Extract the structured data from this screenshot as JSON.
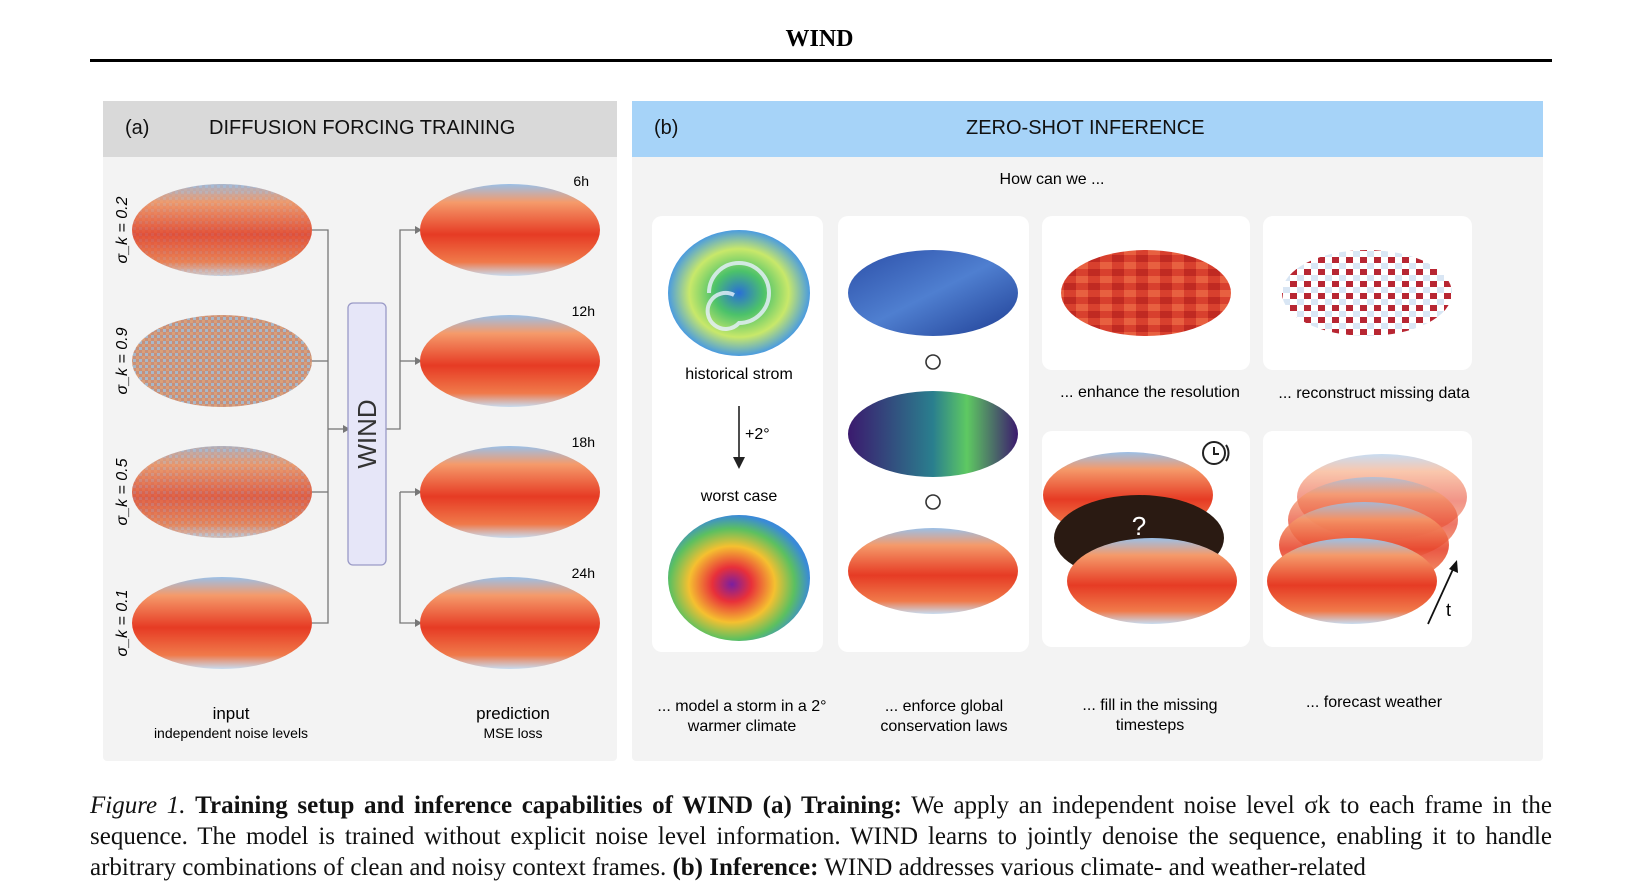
{
  "header": {
    "title": "WIND"
  },
  "panel_a": {
    "tag": "(a)",
    "title": "DIFFUSION FORCING TRAINING",
    "noise_labels": [
      "σ_k = 0.2",
      "σ_k = 0.9",
      "σ_k = 0.5",
      "σ_k = 0.1"
    ],
    "time_labels": [
      "6h",
      "12h",
      "18h",
      "24h"
    ],
    "model_label": "WIND",
    "input_label": "input",
    "input_sub": "independent noise levels",
    "pred_label": "prediction",
    "pred_sub": "MSE loss"
  },
  "panel_b": {
    "tag": "(b)",
    "title": "ZERO-SHOT INFERENCE",
    "question": "How can we ...",
    "hist_label": "historical strom",
    "delta_label": "+2°",
    "worst_label": "worst case",
    "q_mark": "?",
    "t_label": "t",
    "enh_label": "... enhance the resolution",
    "rec_label": "... reconstruct missing data",
    "cap1_l1": "... model a storm in a 2°",
    "cap1_l2": "warmer climate",
    "cap2_l1": "... enforce global",
    "cap2_l2": "conservation laws",
    "cap3_l1": "... fill in the missing",
    "cap3_l2": "timesteps",
    "cap4": "... forecast weather"
  },
  "caption": {
    "fig": "Figure 1.",
    "bold1": "Training setup and inference capabilities of WIND (a) Training:",
    "text1": "We apply an independent noise level σk to each frame in the sequence. The model is trained without explicit noise level information. WIND learns to jointly denoise the sequence, enabling it to",
    "text2": "handle arbitrary combinations of clean and noisy context frames.",
    "bold2": "(b) Inference:",
    "text3": "WIND addresses various climate- and weather-related"
  },
  "colors": {
    "warm": "#e8432a",
    "cold": "#5a8fd0",
    "wind_box": "#e6e6f8",
    "panel_b_head": "#a6d3f8"
  }
}
